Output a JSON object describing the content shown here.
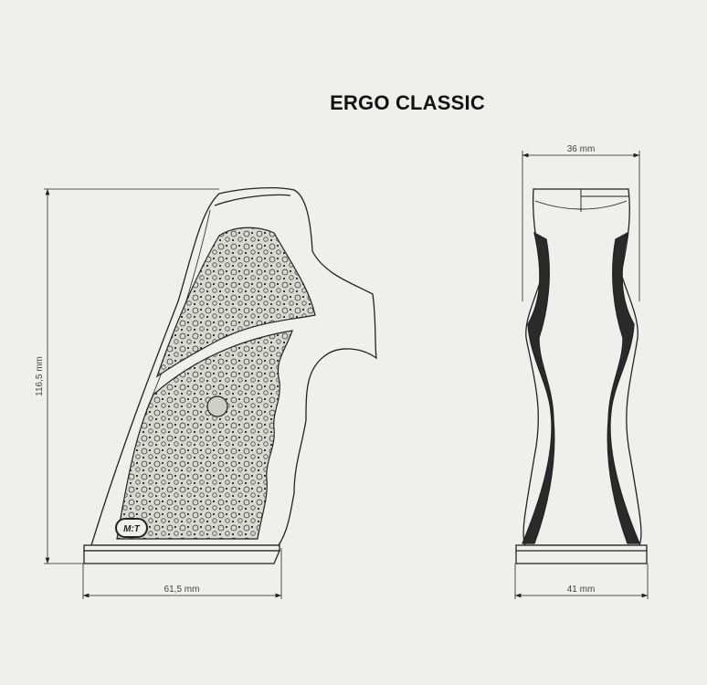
{
  "title": "ERGO CLASSIC",
  "logo_text": "M:T",
  "dimensions": {
    "height": "116,5 mm",
    "side_width": "61,5 mm",
    "top_width": "36 mm",
    "base_width": "41 mm"
  },
  "colors": {
    "background": "#efefeb",
    "line": "#222222"
  }
}
